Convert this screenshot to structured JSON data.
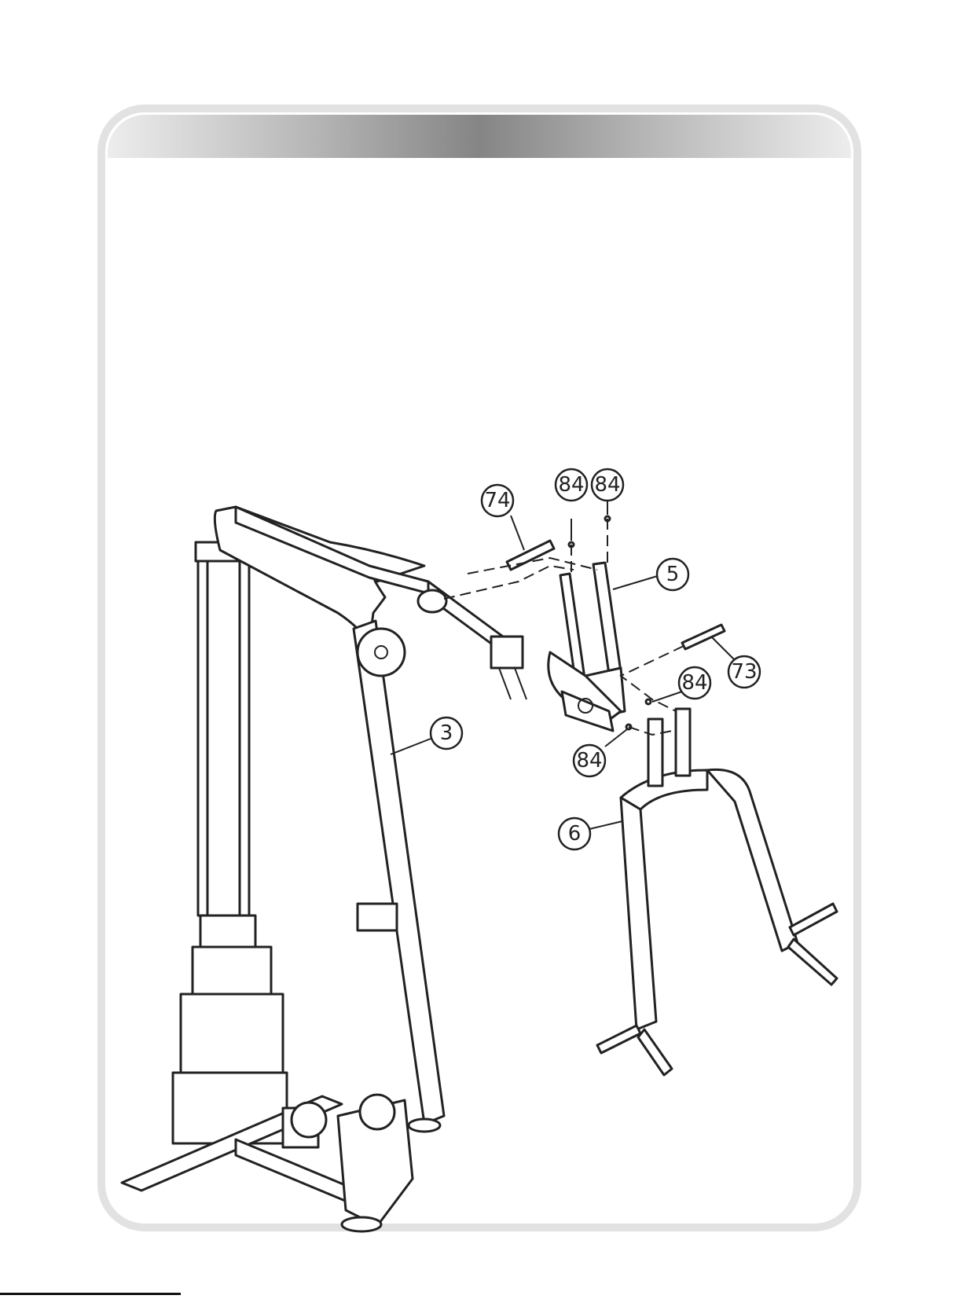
{
  "callouts": {
    "c74": "74",
    "c84a": "84",
    "c84b": "84",
    "c5": "5",
    "c73": "73",
    "c84c": "84",
    "c84d": "84",
    "c3": "3",
    "c6": "6"
  }
}
